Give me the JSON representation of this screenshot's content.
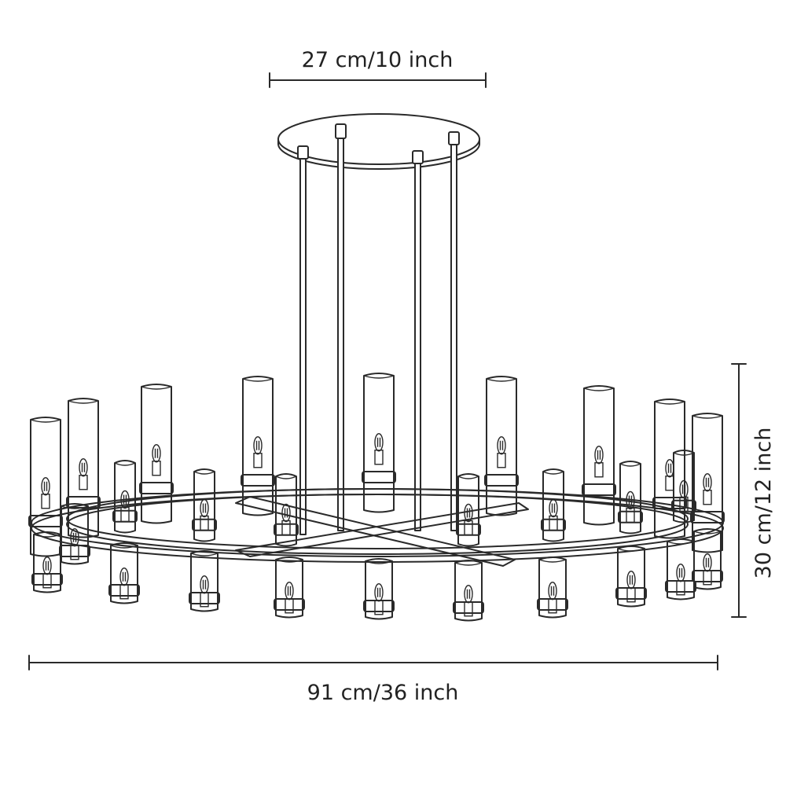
{
  "dimensions": {
    "canopy_width": "27 cm/10 inch",
    "overall_height": "30 cm/12 inch",
    "overall_width": "91 cm/36 inch"
  },
  "colors": {
    "line": "#2a2a2a",
    "background": "#ffffff"
  }
}
